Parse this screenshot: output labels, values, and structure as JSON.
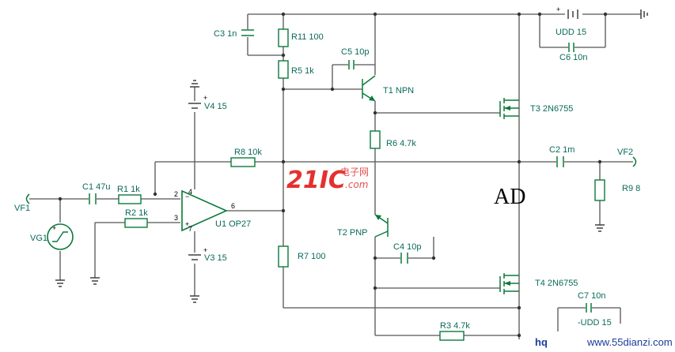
{
  "labels": {
    "c3": "C3 1n",
    "r11": "R11 100",
    "c5": "C5 10p",
    "r5": "R5 1k",
    "t1": "T1 NPN",
    "v4": "V4 15",
    "t3": "T3 2N6755",
    "udd_top": "UDD 15",
    "c6": "C6 10n",
    "r6": "R6 4.7k",
    "r8": "R8 10k",
    "c2": "C2 1m",
    "vf2": "VF2",
    "c1": "C1 47u",
    "r1": "R1 1k",
    "vf1": "VF1",
    "r2": "R2 1k",
    "vg1": "VG1",
    "u1": "U1 OP27",
    "r9": "R9 8",
    "big_label": "AD",
    "t2": "T2 PNP",
    "c4": "C4 10p",
    "r7": "R7 100",
    "v3": "V3 15",
    "t4": "T4 2N6755",
    "c7": "C7 10n",
    "udd_bottom": "-UDD 15",
    "r3": "R3 4.7k"
  },
  "pins": {
    "inv": "2",
    "noninv": "3",
    "out": "6",
    "vplus": "4",
    "vminus": "7",
    "minus_sign": "−",
    "plus_sign": "+"
  },
  "watermark": {
    "logo": "21IC",
    "cn": "电子网",
    "com": ".com",
    "site": "www.55dianzi.com",
    "corner": "hq"
  },
  "colors": {
    "component": "#0a7a3a",
    "wire": "#555555",
    "label": "#0a6a5a",
    "watermark": "#e53030"
  }
}
